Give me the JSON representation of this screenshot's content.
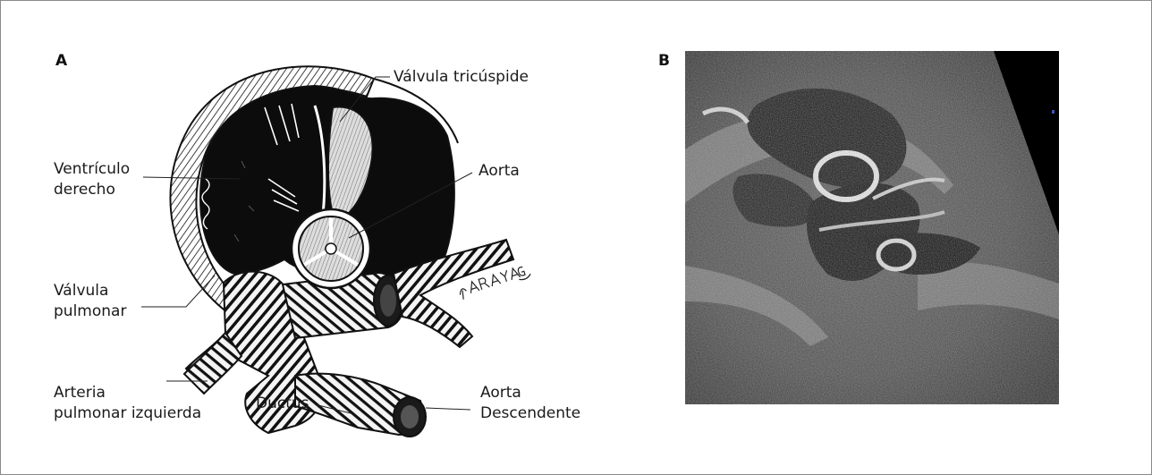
{
  "panel_a": {
    "letter": "A",
    "labels": {
      "tricuspid_valve": "Válvula tricúspide",
      "right_ventricle_line1": "Ventrículo",
      "right_ventricle_line2": "derecho",
      "aorta": "Aorta",
      "pulmonary_valve_line1": "Válvula",
      "pulmonary_valve_line2": "pulmonar",
      "left_pulmonary_artery_line1": "Arteria",
      "left_pulmonary_artery_line2": "pulmonar izquierda",
      "ductus": "Ductus",
      "descending_aorta_line1": "Aorta",
      "descending_aorta_line2": "Descendente"
    },
    "signature": "f. ARAYA G."
  },
  "panel_b": {
    "letter": "B"
  }
}
